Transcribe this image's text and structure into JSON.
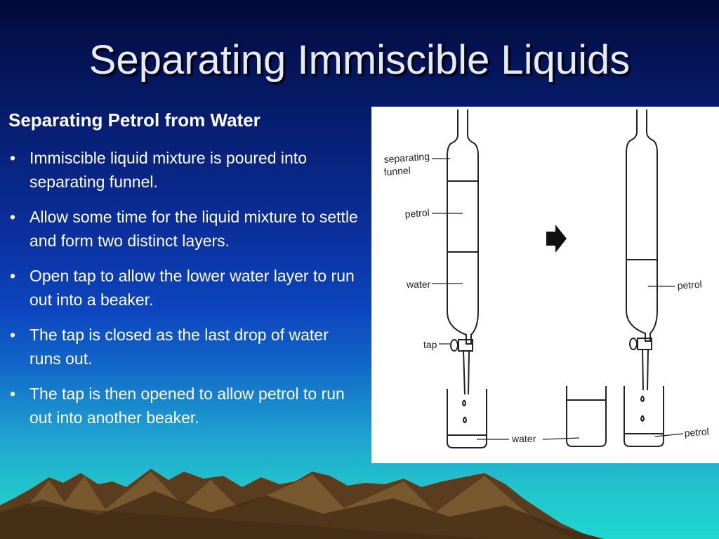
{
  "slide": {
    "title": "Separating Immiscible Liquids",
    "subtitle": "Separating Petrol from Water",
    "bullets": [
      "Immiscible liquid mixture is poured into separating funnel.",
      "Allow some time for the liquid mixture to settle and form two distinct layers.",
      "Open tap to allow the lower water layer to run out into a beaker.",
      "The tap is closed as the last drop of water runs out.",
      "The tap is then opened to allow petrol to run out into another beaker."
    ],
    "bullet_glyph": "•"
  },
  "diagram": {
    "labels": {
      "separating_funnel_line1": "separating",
      "separating_funnel_line2": "funnel",
      "petrol_left": "petrol",
      "water_left": "water",
      "tap": "tap",
      "water_beaker": "water",
      "petrol_right": "petrol",
      "petrol_beaker": "petrol"
    },
    "arrow_icon": "right-arrow-icon"
  },
  "colors": {
    "title_text": "#e6eaff",
    "body_text": "#ffffff",
    "mountain": "#5a3d1e"
  }
}
